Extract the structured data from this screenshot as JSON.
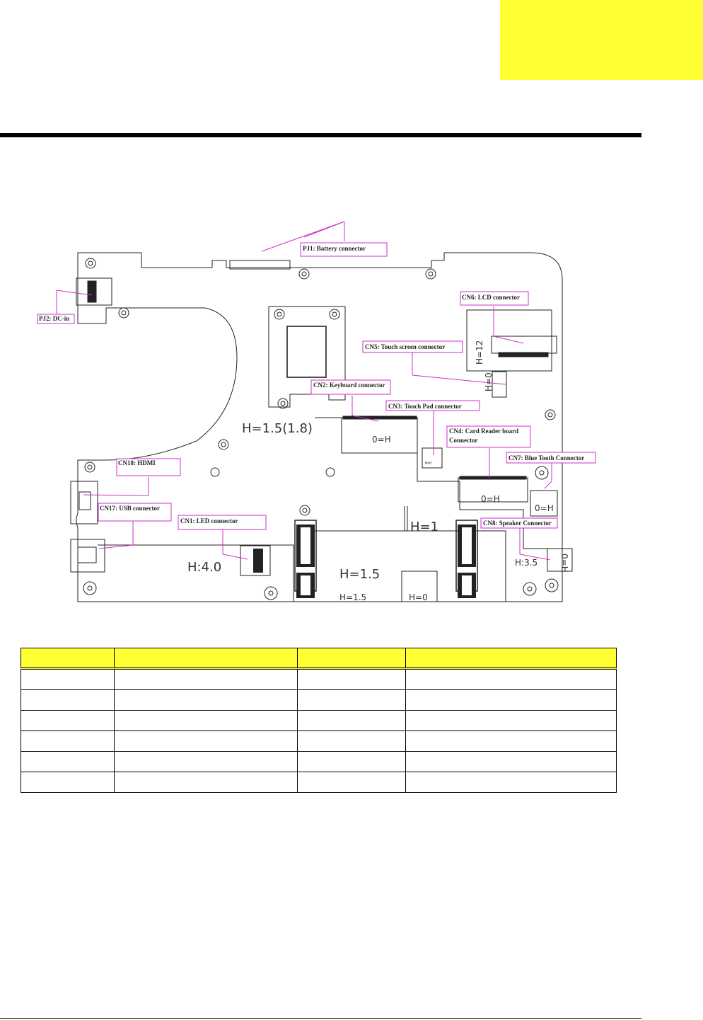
{
  "board": {
    "connectors": [
      {
        "ref": "pj1",
        "label": "PJ1: Battery connector"
      },
      {
        "ref": "pj2",
        "label": "PJ2: DC-in"
      },
      {
        "ref": "cn6",
        "label": "CN6: LCD connector"
      },
      {
        "ref": "cn5",
        "label": "CN5: Touch screen connector"
      },
      {
        "ref": "cn2",
        "label": "CN2: Keyboard connector"
      },
      {
        "ref": "cn3",
        "label": "CN3: Touch Pad connector"
      },
      {
        "ref": "cn4a",
        "label": "CN4: Card Reader board"
      },
      {
        "ref": "cn4b",
        "label": "Connector"
      },
      {
        "ref": "cn7",
        "label": "CN7: Blue Tooth Connector"
      },
      {
        "ref": "cn18",
        "label": "CN18: HDMI"
      },
      {
        "ref": "cn17",
        "label": "CN17: USB connector"
      },
      {
        "ref": "cn1",
        "label": "CN1: LED connector"
      },
      {
        "ref": "cn8",
        "label": "CN8: Speaker Connector"
      }
    ],
    "height_marks": {
      "h15_18": "H=1.5(1.8)",
      "h0_kb": "0=H",
      "h12": "H=12",
      "h0_ts": "H=0",
      "h0_tp": "H=0",
      "h0_cr": "0=H",
      "h0_bt": "0=H",
      "h1": "H=1",
      "h40": "H:4.0",
      "h15_a": "H=1.5",
      "h15_b": "H=1.5",
      "h0_c": "H=0",
      "h35": "H:3.5",
      "h0_spk": "0=H"
    }
  },
  "table": {
    "headers": [
      "",
      "",
      "",
      ""
    ],
    "rows": [
      [
        "",
        "",
        "",
        ""
      ],
      [
        "",
        "",
        "",
        ""
      ],
      [
        "",
        "",
        "",
        ""
      ],
      [
        "",
        "",
        "",
        ""
      ],
      [
        "",
        "",
        "",
        ""
      ],
      [
        "",
        "",
        "",
        ""
      ]
    ]
  }
}
